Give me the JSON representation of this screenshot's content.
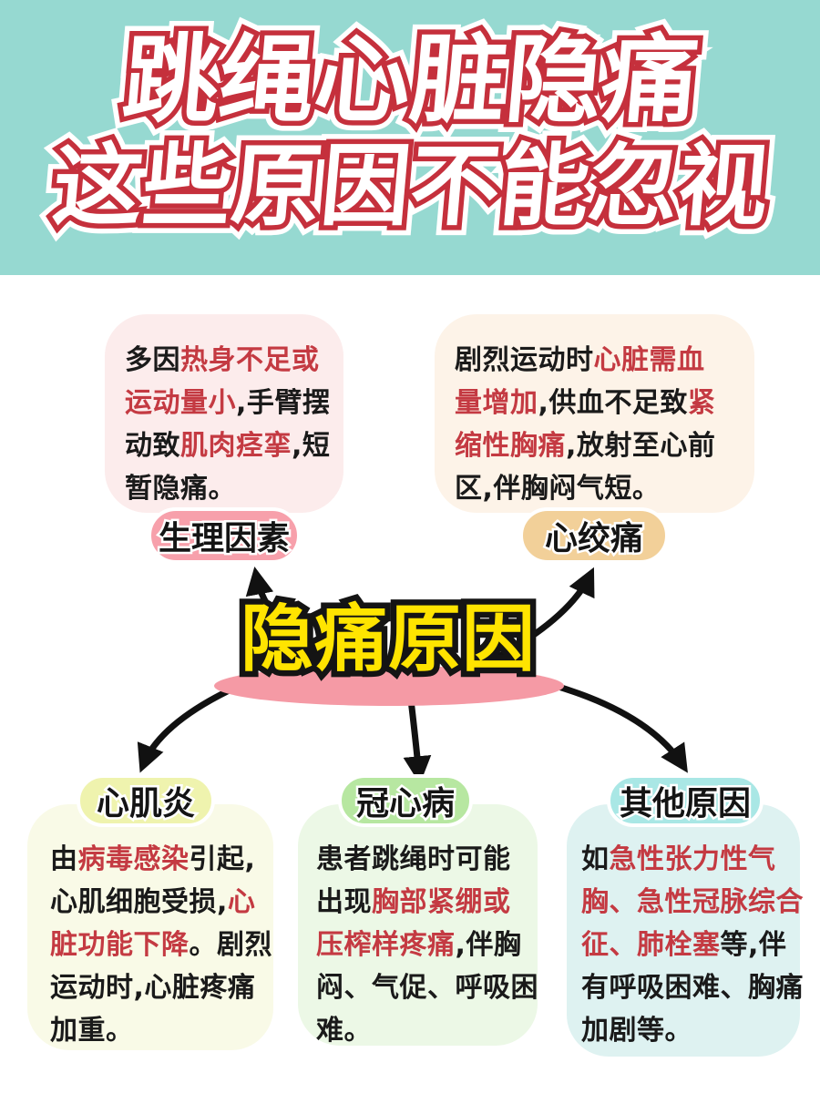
{
  "header": {
    "title_line1": "跳绳心脏隐痛",
    "title_line2": "这些原因不能忽视"
  },
  "center": {
    "label": "隐痛原因"
  },
  "colors": {
    "header_bg": "#96d9d1",
    "title_fill": "#ffffff",
    "title_stroke": "#c5303c",
    "accent_red": "#c43a42",
    "text_black": "#1a1a1a",
    "center_ellipse": "#f59aa5",
    "center_label_fill": "#ffe400",
    "arrow_black": "#111111",
    "bubble_physiology_bg": "#fcecec",
    "bubble_angina_bg": "#fdf3e8",
    "pill_physiology_bg": "#f7a0ab",
    "pill_angina_bg": "#f2d099",
    "box_myocarditis_bg": "#f9fae7",
    "box_coronary_bg": "#ecf8e6",
    "box_other_bg": "#def2f1",
    "pill_myocarditis_bg": "#eff3ae",
    "pill_coronary_bg": "#b7e7a1",
    "pill_other_bg": "#a9e7e5"
  },
  "top_bubbles": [
    {
      "label": "生理因素",
      "segments": [
        {
          "text": "多因"
        },
        {
          "text": "热身不足或",
          "em": true
        },
        {
          "br": true
        },
        {
          "text": "运动量小",
          "em": true
        },
        {
          "text": ",手臂摆"
        },
        {
          "br": true
        },
        {
          "text": "动致"
        },
        {
          "text": "肌肉痉挛",
          "em": true
        },
        {
          "text": ",短"
        },
        {
          "br": true
        },
        {
          "text": "暂隐痛。"
        }
      ]
    },
    {
      "label": "心绞痛",
      "segments": [
        {
          "text": "剧烈运动时"
        },
        {
          "text": "心脏需血",
          "em": true
        },
        {
          "br": true
        },
        {
          "text": "量增加",
          "em": true
        },
        {
          "text": ",供血不足致"
        },
        {
          "text": "紧",
          "em": true
        },
        {
          "br": true
        },
        {
          "text": "缩性胸痛",
          "em": true
        },
        {
          "text": ",放射至心前"
        },
        {
          "br": true
        },
        {
          "text": "区,伴胸闷气短。"
        }
      ]
    }
  ],
  "bottom_boxes": [
    {
      "label": "心肌炎",
      "segments": [
        {
          "text": "由"
        },
        {
          "text": "病毒感染",
          "em": true
        },
        {
          "text": "引起,"
        },
        {
          "br": true
        },
        {
          "text": "心肌细胞受损,"
        },
        {
          "text": "心",
          "em": true
        },
        {
          "br": true
        },
        {
          "text": "脏功能下降",
          "em": true
        },
        {
          "text": "。剧烈"
        },
        {
          "br": true
        },
        {
          "text": "运动时,心脏疼痛"
        },
        {
          "br": true
        },
        {
          "text": "加重。"
        }
      ]
    },
    {
      "label": "冠心病",
      "segments": [
        {
          "text": "患者跳绳时可能"
        },
        {
          "br": true
        },
        {
          "text": "出现"
        },
        {
          "text": "胸部紧绷或",
          "em": true
        },
        {
          "br": true
        },
        {
          "text": "压榨样疼痛",
          "em": true
        },
        {
          "text": ",伴胸"
        },
        {
          "br": true
        },
        {
          "text": "闷、气促、呼吸困"
        },
        {
          "br": true
        },
        {
          "text": "难。"
        }
      ]
    },
    {
      "label": "其他原因",
      "segments": [
        {
          "text": "如"
        },
        {
          "text": "急性张力性气",
          "em": true
        },
        {
          "br": true
        },
        {
          "text": "胸、急性冠脉综合",
          "em": true
        },
        {
          "br": true
        },
        {
          "text": "征、肺栓塞",
          "em": true
        },
        {
          "text": "等,伴"
        },
        {
          "br": true
        },
        {
          "text": "有呼吸困难、胸痛"
        },
        {
          "br": true
        },
        {
          "text": "加剧等。"
        }
      ]
    }
  ]
}
